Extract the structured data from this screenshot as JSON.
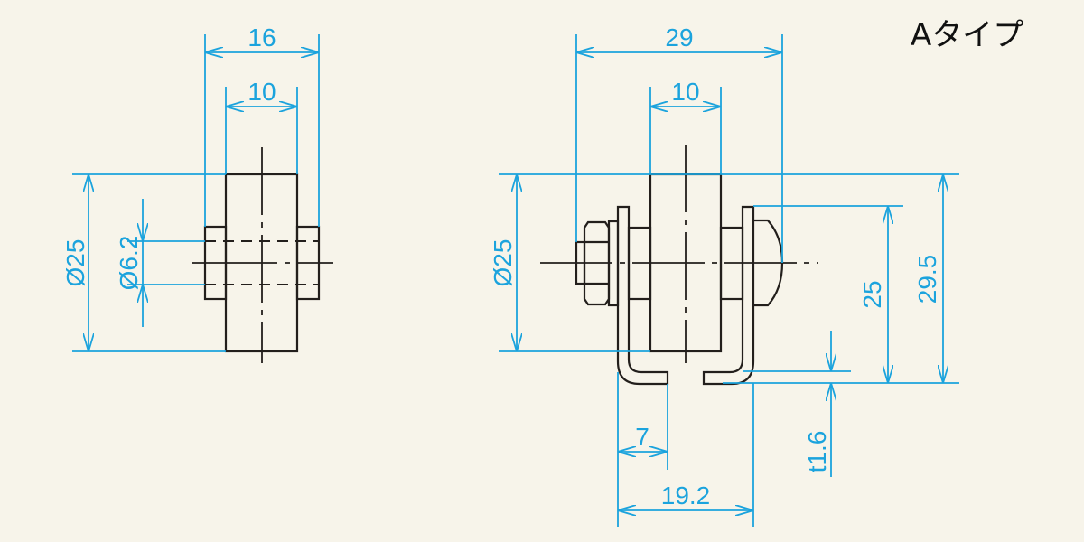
{
  "title": "Aタイプ",
  "colors": {
    "background": "#f7f4ea",
    "dimension": "#1ba3dd",
    "outline": "#231f1c"
  },
  "side_view": {
    "dims": {
      "overall_width": "16",
      "wheel_width": "10",
      "wheel_diameter": "Ø25",
      "bore_diameter": "Ø6.2"
    }
  },
  "front_view": {
    "dims": {
      "overall_width": "29",
      "wheel_width": "10",
      "wheel_diameter": "Ø25",
      "bracket_height": "25",
      "total_height": "29.5",
      "thickness": "t1.6",
      "flange_width": "7",
      "bracket_width": "19.2"
    }
  }
}
